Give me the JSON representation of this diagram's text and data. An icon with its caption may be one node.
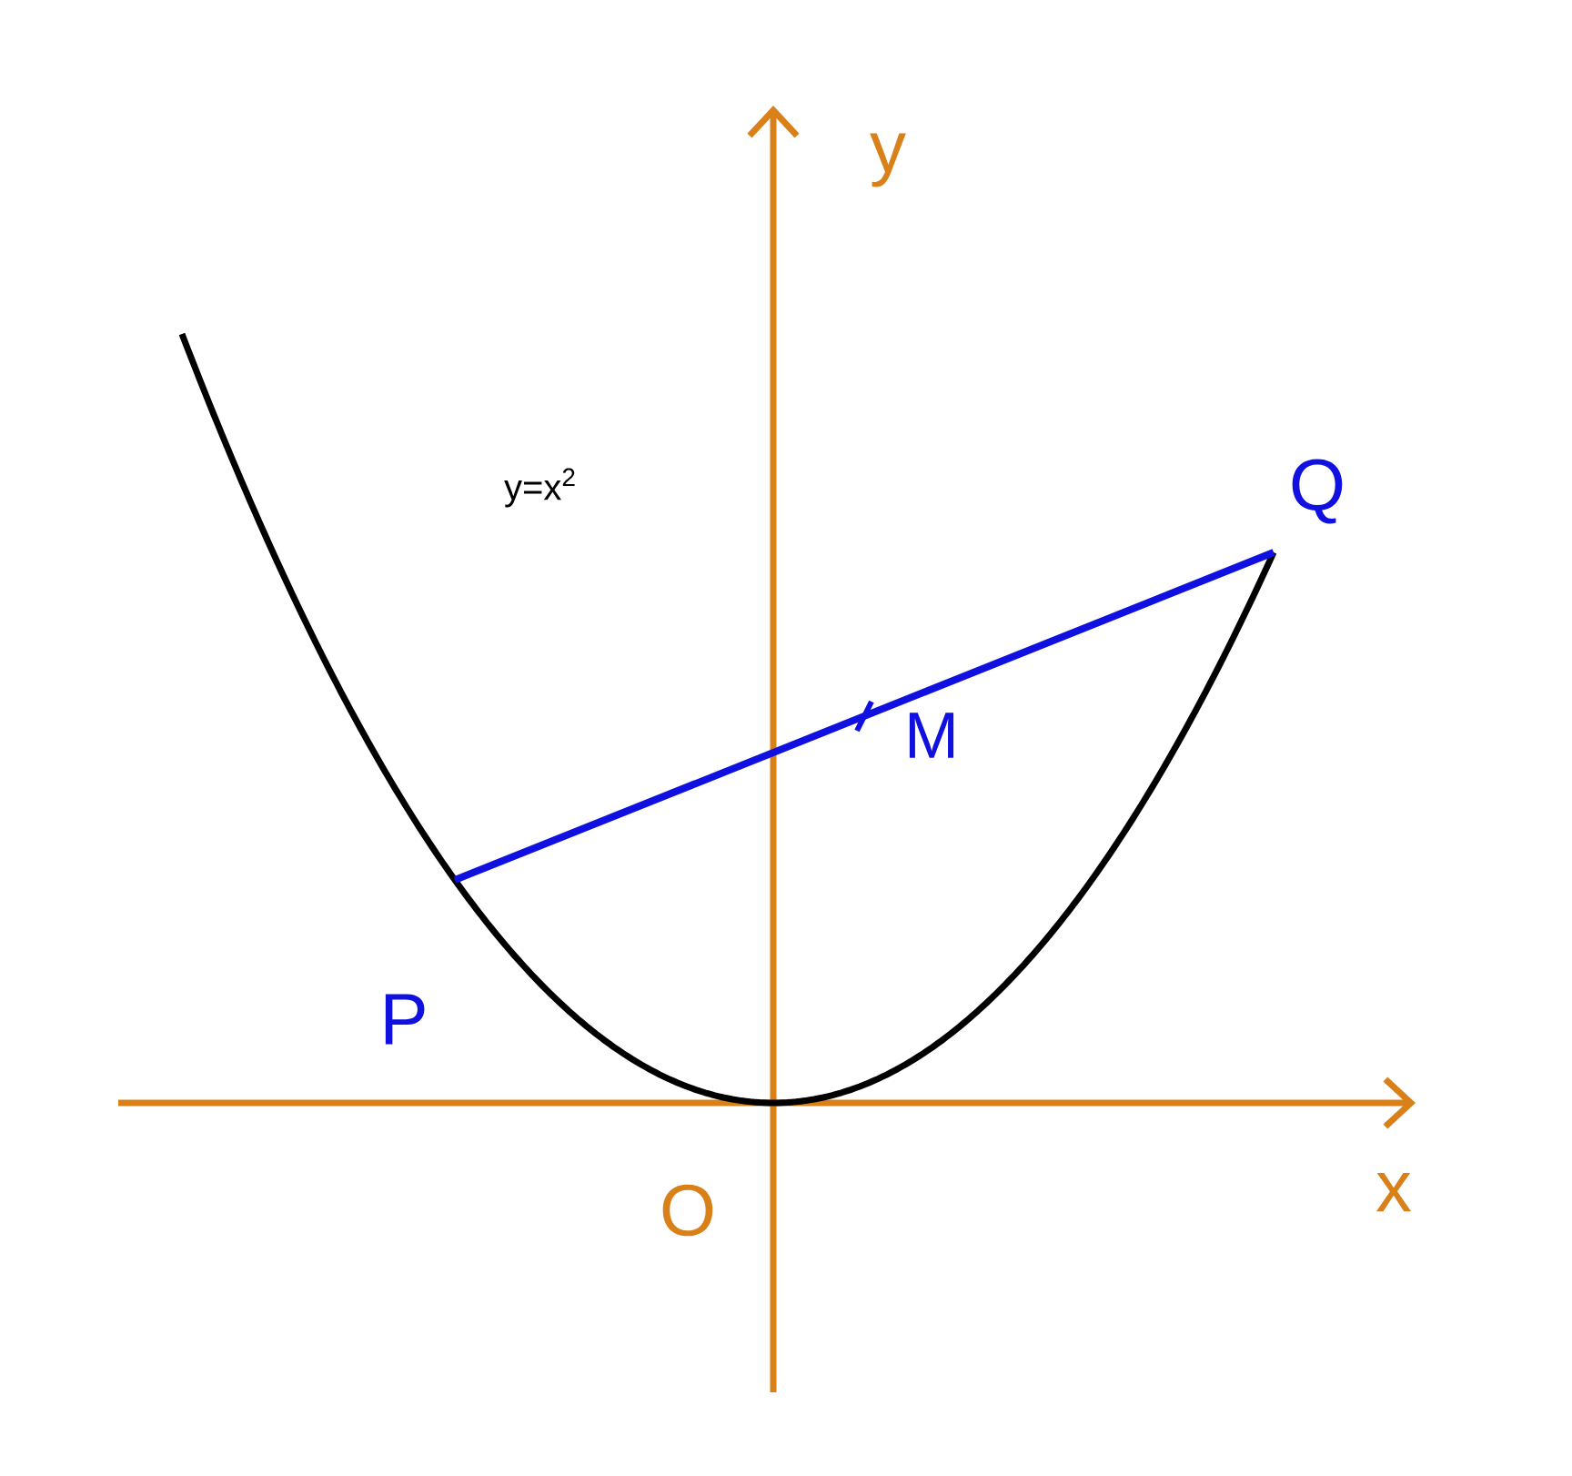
{
  "diagram": {
    "nodes": [
      {
        "text": [
          "P"
        ]
      },
      {
        "text": [
          "Q"
        ]
      }
    ],
    "edges": [
      {
        "from": 0,
        "to": 1,
        "arrow": "none",
        "color": "#1010e0"
      }
    ],
    "labels": [
      "y",
      "y=x$^{2}$",
      "M",
      "x",
      "O"
    ]
  }
}
